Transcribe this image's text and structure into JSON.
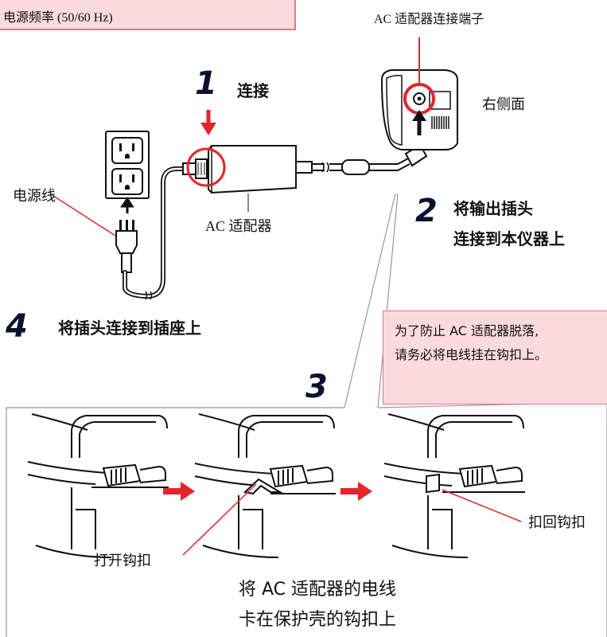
{
  "top_note": "电源频率 (50/60 Hz)",
  "terminal_label": "AC 适配器连接端子",
  "right_side_label": "右侧面",
  "power_cord_label": "电源线",
  "adapter_label": "AC 适配器",
  "steps": {
    "s1": {
      "num": "1",
      "text": "连接"
    },
    "s2": {
      "num": "2",
      "line1": "将输出插头",
      "line2": "连接到本仪器上"
    },
    "s3": {
      "num": "3"
    },
    "s4": {
      "num": "4",
      "text": "将插头连接到插座上"
    }
  },
  "warning": {
    "line1": "为了防止 AC 适配器脱落,",
    "line2": "请务必将电线挂在钩扣上。"
  },
  "hook_open_label": "打开钩扣",
  "hook_close_label": "扣回钩扣",
  "bottom_caption": {
    "line1": "将 AC 适配器的电线",
    "line2": "卡在保护壳的钩扣上"
  },
  "colors": {
    "accent_red": "#e8232a",
    "step_navy": "#0a1230",
    "note_pink": "#fadadd"
  }
}
